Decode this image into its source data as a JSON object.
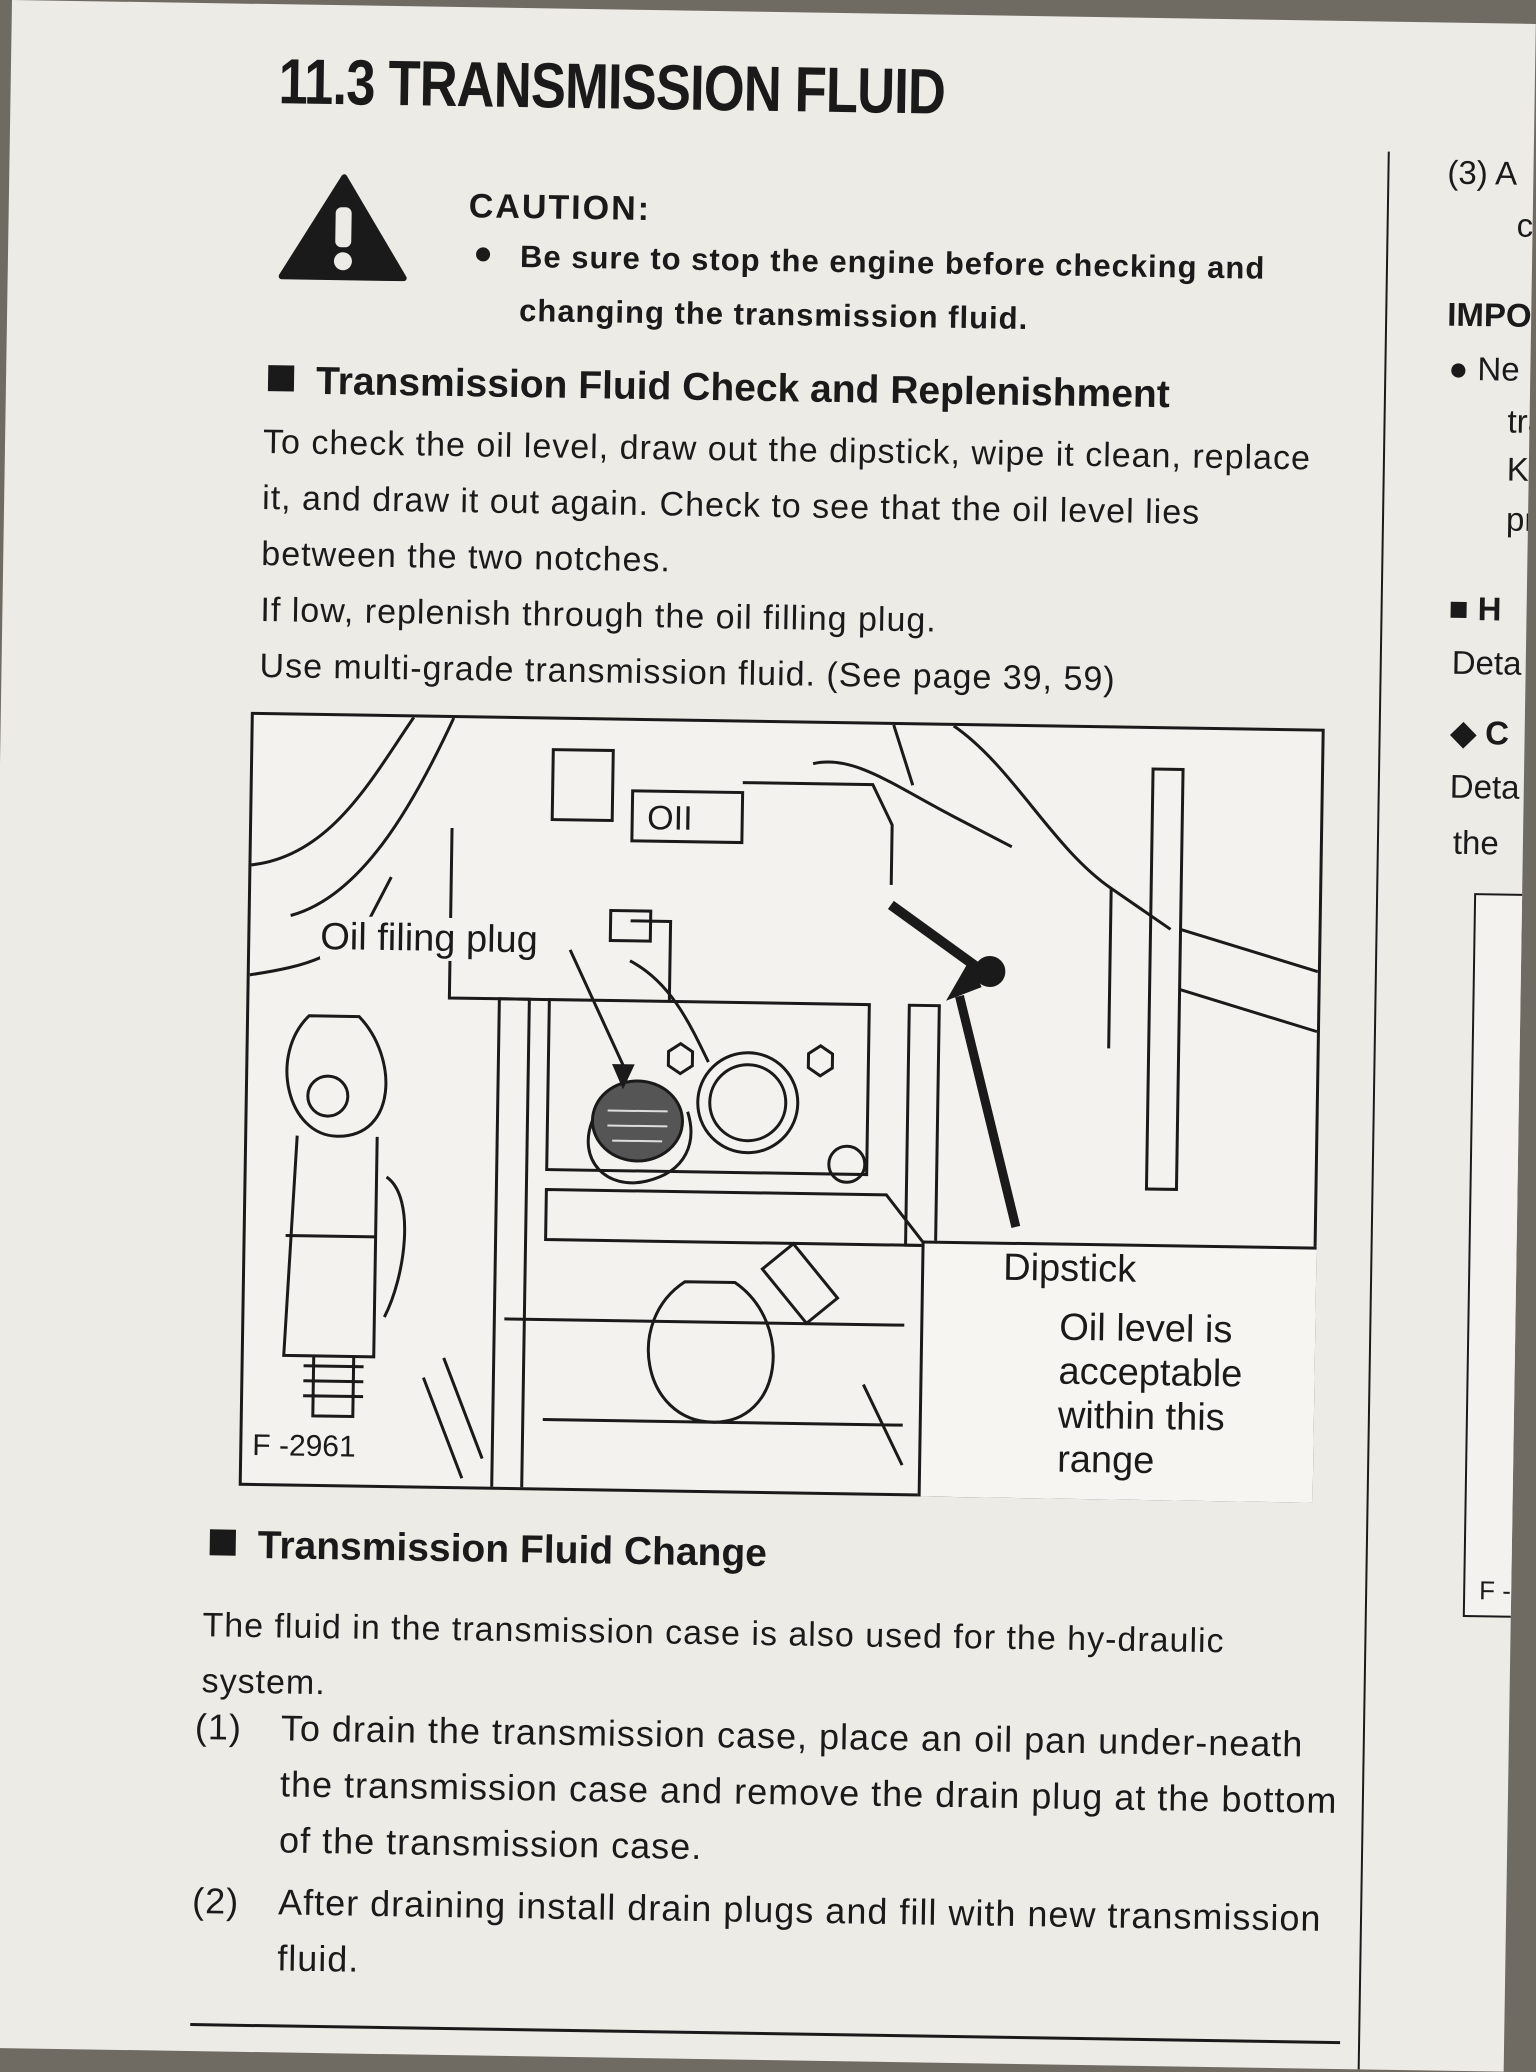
{
  "title": "11.3 TRANSMISSION FLUID",
  "caution": {
    "label": "CAUTION:",
    "text": "Be sure to stop the engine before checking and changing the transmission fluid."
  },
  "check_section": {
    "heading": "Transmission Fluid Check and Replenishment",
    "paragraphs": [
      "To check the oil level, draw out the dipstick, wipe it clean, replace it, and draw it out again. Check to see that the oil level lies between the two notches.",
      "If low, replenish through the oil filling plug.",
      "Use multi-grade transmission fluid. (See page 39, 59)"
    ]
  },
  "figure": {
    "oil_plug_label": "Oil filing plug",
    "dipstick_label": "Dipstick",
    "range_label": "Oil level is acceptable within this range",
    "code": "F -2961"
  },
  "change_section": {
    "heading": "Transmission Fluid Change",
    "intro": "The fluid in the transmission case is also used for the hy-draulic system.",
    "steps": [
      {
        "num": "(1)",
        "text": "To drain the transmission case, place an oil pan under-neath the transmission case and remove the drain plug at the bottom of the transmission case."
      },
      {
        "num": "(2)",
        "text": "After draining install drain plugs and fill with new transmission fluid."
      }
    ]
  },
  "right_column": {
    "step3": "(3)  A",
    "line_cl": "cl",
    "impo": "IMPO",
    "bullet_ne": "●  Ne",
    "tra": "tra",
    "ke": "K",
    "pr": "pr",
    "h": "■ H",
    "deta1": "Deta",
    "c": "◆  C",
    "deta2": "Deta",
    "the": "the",
    "f": "F -"
  }
}
